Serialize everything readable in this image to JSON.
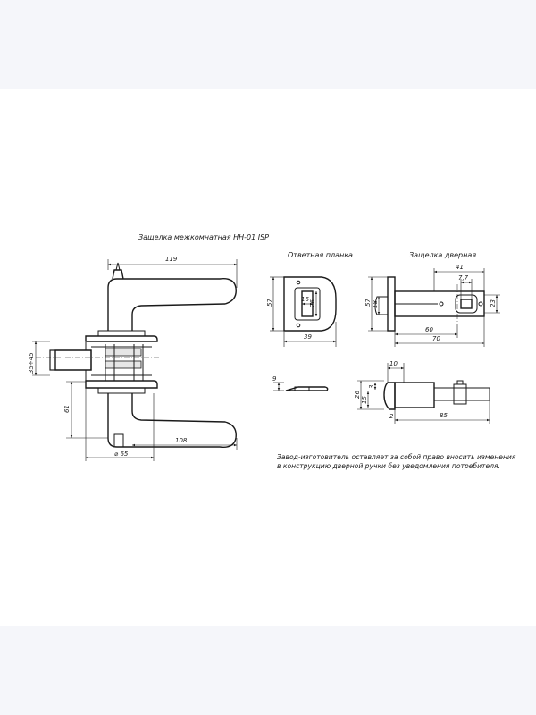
{
  "titles": {
    "main": "Защелка межкомнатная НН-01 ISP",
    "strike_plate": "Ответная планка",
    "latch": "Защелка дверная"
  },
  "dimensions": {
    "handle_overall_width": "119",
    "rosette_thickness_range": "35÷45",
    "axis_to_handle": "61",
    "lever_length": "108",
    "rosette_diameter": "⌀ 65",
    "plate_height": "57",
    "plate_window_width": "16",
    "plate_window_height": "26",
    "plate_width": "39",
    "plate_edge_thickness": "9",
    "latch_faceplate_height": "57",
    "latch_bolt_height": "18",
    "latch_body_length": "41",
    "latch_square_width": "7,7",
    "latch_square_height": "23",
    "latch_backset_60": "60",
    "latch_backset_70": "70",
    "latch_side_10": "10",
    "latch_side_26": "26",
    "latch_side_15": "15",
    "latch_side_3": "3",
    "latch_side_2": "2",
    "latch_side_85": "85"
  },
  "note": {
    "line1": "Завод-изготовитель оставляет за собой право вносить изменения",
    "line2": "в конструкцию дверной ручки без уведомления потребителя."
  }
}
